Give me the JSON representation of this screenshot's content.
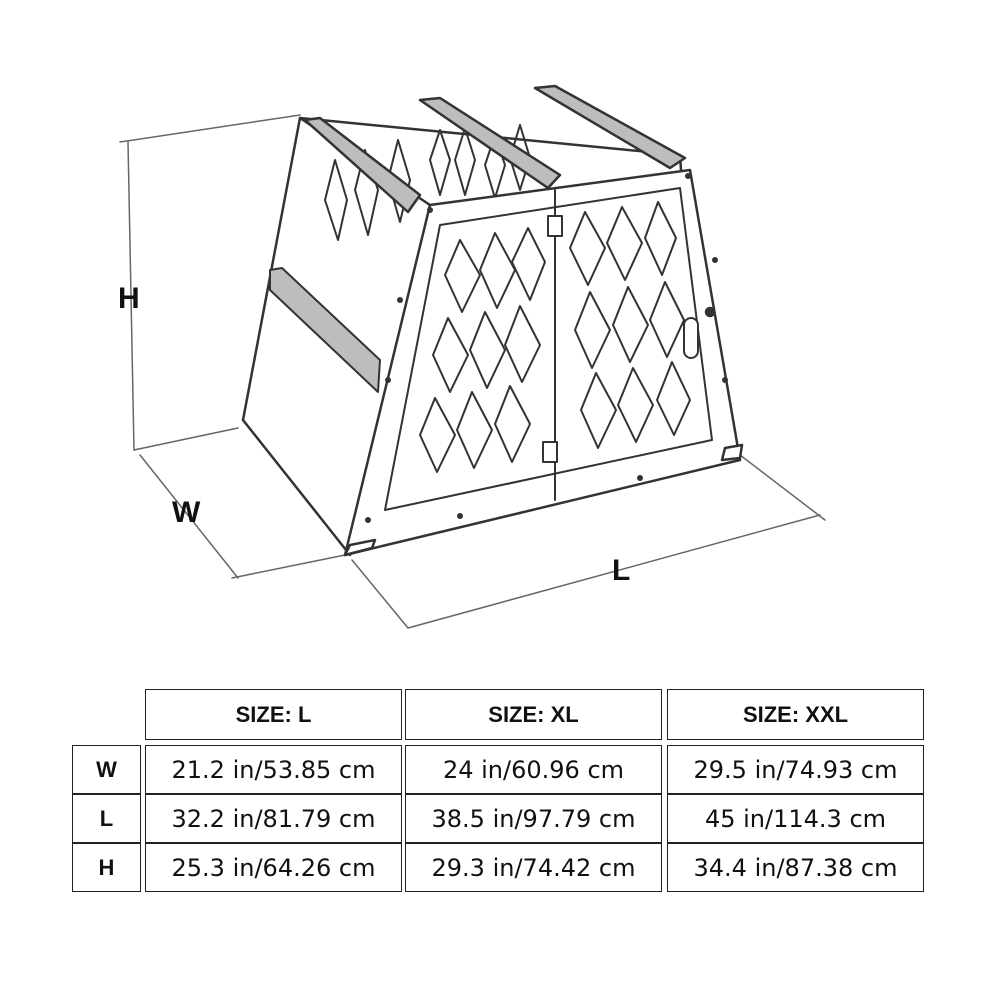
{
  "dimension_labels": {
    "height": "H",
    "width": "W",
    "length": "L"
  },
  "size_table": {
    "columns": [
      "SIZE: L",
      "SIZE: XL",
      "SIZE: XXL"
    ],
    "rows": [
      {
        "label": "W",
        "values": [
          "21.2 in/53.85 cm",
          "24 in/60.96 cm",
          "29.5 in/74.93 cm"
        ]
      },
      {
        "label": "L",
        "values": [
          "32.2 in/81.79 cm",
          "38.5 in/97.79 cm",
          "45 in/114.3 cm"
        ]
      },
      {
        "label": "H",
        "values": [
          "25.3 in/64.26 cm",
          "29.3 in/74.42 cm",
          "34.4 in/87.38 cm"
        ]
      }
    ]
  },
  "colors": {
    "line": "#333333",
    "panel_shade": "#bdbdbd",
    "floor_shade": "#a9a9a9"
  }
}
